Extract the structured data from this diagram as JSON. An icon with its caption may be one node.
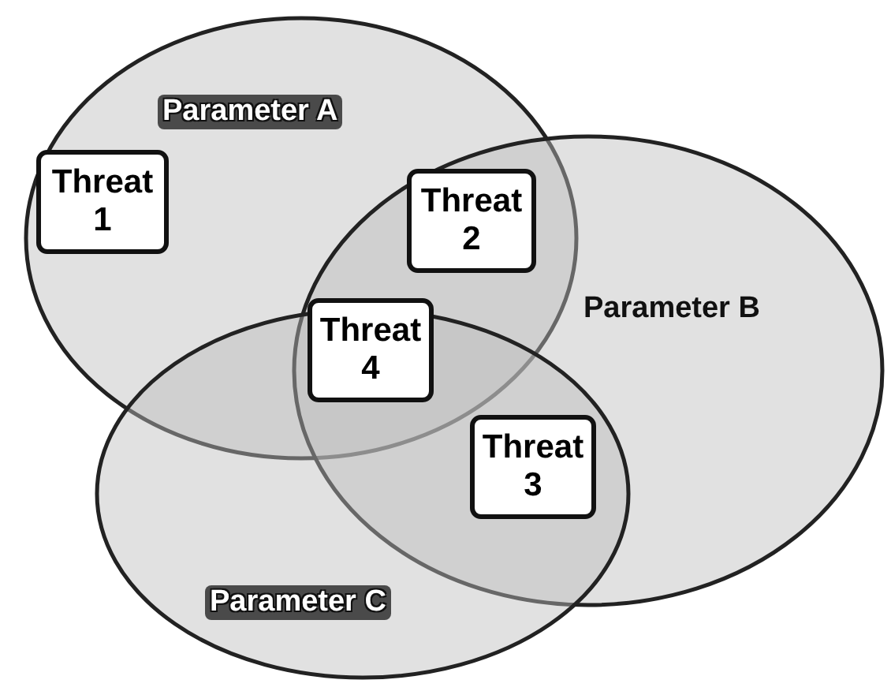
{
  "diagram": {
    "nodes": [
      {
        "text": [
          "Parameter A"
        ]
      },
      {
        "text": [
          "Threat 1"
        ],
        "in": 0
      },
      {
        "text": [
          "Threat 2"
        ]
      },
      {
        "text": [
          "Parameter B"
        ]
      },
      {
        "text": [
          "Threat 4"
        ]
      },
      {
        "text": [
          "Threat 3"
        ]
      },
      {
        "text": [
          "Parameter C"
        ]
      }
    ],
    "edges": []
  }
}
